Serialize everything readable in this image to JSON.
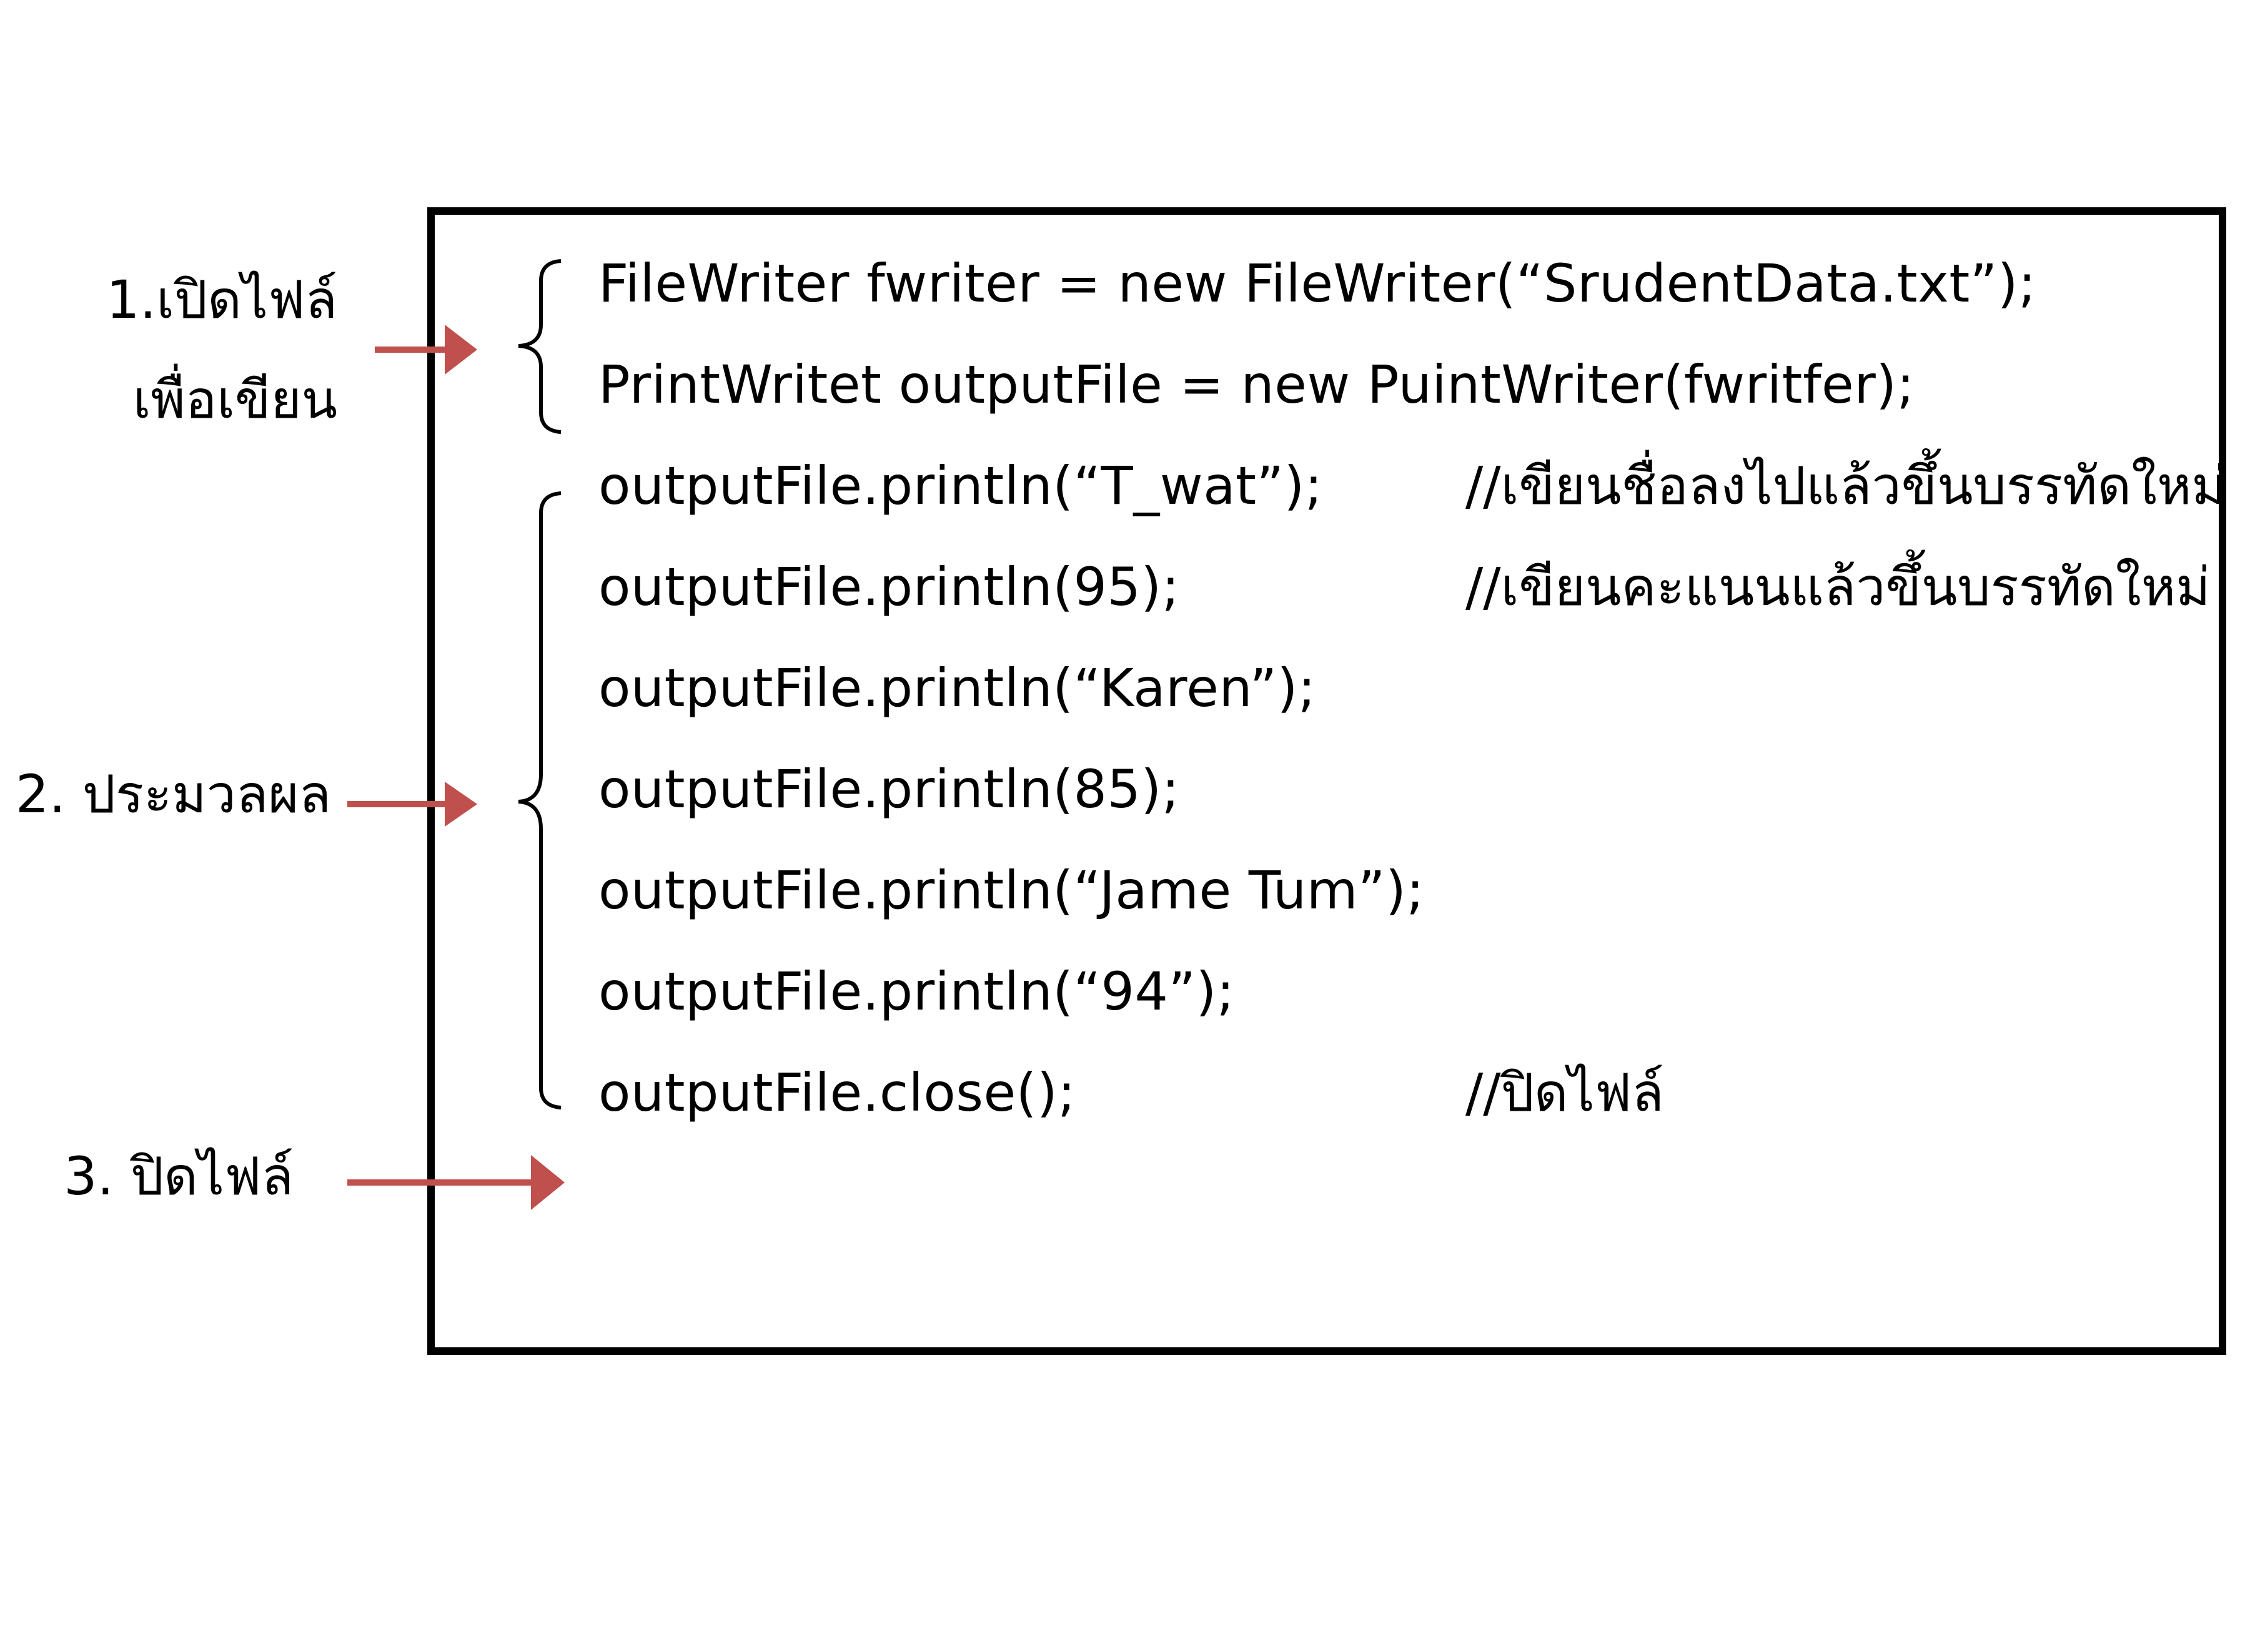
{
  "steps": [
    {
      "line1": "1.เปิดไฟล์",
      "line2": "เพื่อเขียน"
    },
    {
      "line1": "2. ประมวลผล"
    },
    {
      "line1": "3. ปิดไฟล์"
    }
  ],
  "code_lines": [
    "FileWriter fwriter = new FileWriter(“SrudentData.txt”);",
    "PrintWritet outputFile = new PuintWriter(fwritfer);",
    "outputFile.println(“T_wat”);",
    "outputFile.println(95);",
    "outputFile.println(“Karen”);",
    "outputFile.println(85);",
    "outputFile.println(“Jame Tum”);",
    "outputFile.println(“94”);",
    "outputFile.close();"
  ],
  "comments": {
    "line3": "//เขียนชื่อลงไปแล้วขึ้นบรรทัดใหม่",
    "line4": "//เขียนคะแนนแล้วขึ้นบรรทัดใหม่",
    "line9": "//ปิดไฟล์"
  },
  "colors": {
    "arrow": "#c0504d",
    "border": "#000000",
    "text": "#000000"
  }
}
